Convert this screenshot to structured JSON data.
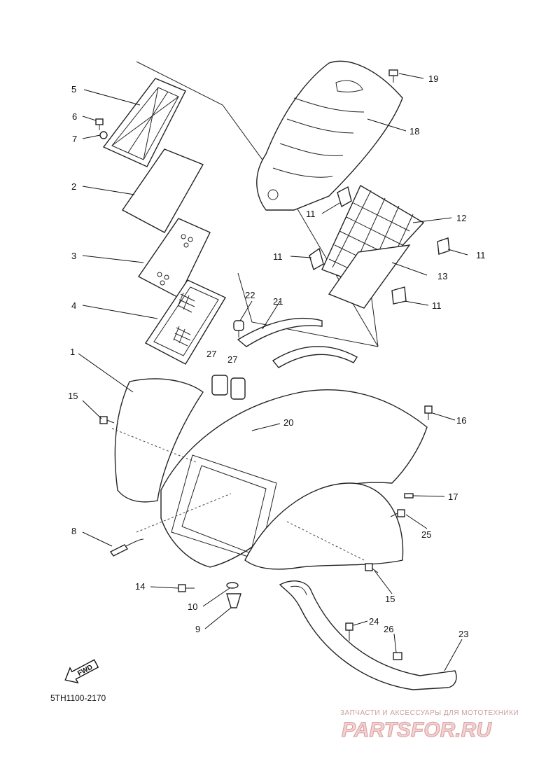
{
  "diagram": {
    "callouts": {
      "n1": "1",
      "n2": "2",
      "n3": "3",
      "n4": "4",
      "n5": "5",
      "n6": "6",
      "n7": "7",
      "n8": "8",
      "n9": "9",
      "n10": "10",
      "n11a": "11",
      "n11b": "11",
      "n11c": "11",
      "n11d": "11",
      "n12": "12",
      "n13": "13",
      "n14": "14",
      "n15a": "15",
      "n15b": "15",
      "n16": "16",
      "n17": "17",
      "n18": "18",
      "n19": "19",
      "n20": "20",
      "n21": "21",
      "n22": "22",
      "n23": "23",
      "n24": "24",
      "n25": "25",
      "n26": "26",
      "n27a": "27",
      "n27b": "27"
    },
    "drawing_code": "5TH1100-2170",
    "fwd_label": "FWD"
  },
  "watermark": {
    "caption": "ЗАПЧАСТИ И АКСЕССУАРЫ ДЛЯ МОТОТЕХНИКИ",
    "logo": "PARTSFOR.RU"
  }
}
